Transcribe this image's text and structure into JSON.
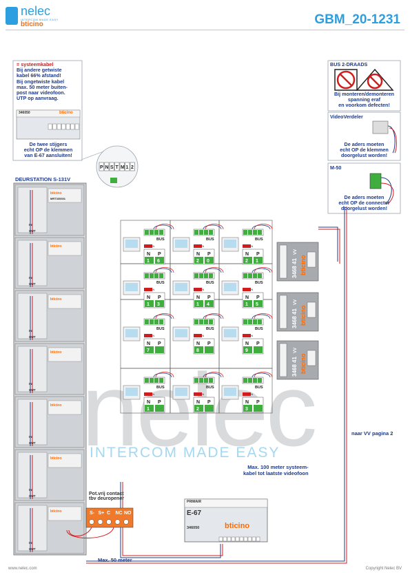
{
  "header": {
    "brand": "nelec",
    "brand_sub": "INTERCOM MADE EASY",
    "partner": "bticino",
    "doc_code": "GBM_20-1231"
  },
  "notes": {
    "systeemkabel_title": "= systeemkabel",
    "systeemkabel_lines": [
      "Bij andere getwiste",
      "kabel 66% afstand!",
      "Bij ongetwiste kabel",
      "max. 50 meter buiten-",
      "post naar videofoon.",
      "UTP op aanvraag."
    ],
    "module_code": "346050",
    "stijgers_lines": [
      "De twee stijgers",
      "echt OP de klemmen",
      "van E-67 aansluiten!"
    ],
    "bus_title": "BUS 2-DRAADS",
    "bus_lines": [
      "Bij monteren/demonteren",
      "spanning eraf",
      "en voorkom defecten!"
    ],
    "vv_title": "VideoVerdeler",
    "vv_lines": [
      "De aders moeten",
      "echt OP de klemmen",
      "doorgelust worden!"
    ],
    "m50_title": "M-50",
    "m50_lines": [
      "De aders moeten",
      "echt OP de connector",
      "doorgelust worden!"
    ]
  },
  "terminals": [
    "P",
    "N",
    "S",
    "T",
    "M",
    "1",
    "2"
  ],
  "zoom_label": "1",
  "doorstation": {
    "title": "DEURSTATION S-131V",
    "module_code": "MRT335301",
    "in_label": "IN",
    "out_label": "OUT"
  },
  "units": [
    {
      "n": "1",
      "p": "6"
    },
    {
      "n": "2",
      "p": "0"
    },
    {
      "n": "2",
      "p": "1"
    },
    {
      "n": "1",
      "p": "3"
    },
    {
      "n": "1",
      "p": "4"
    },
    {
      "n": "1",
      "p": "5"
    },
    {
      "n": "7",
      "p": ""
    },
    {
      "n": "8",
      "p": ""
    },
    {
      "n": "9",
      "p": ""
    },
    {
      "n": "1",
      "p": ""
    },
    {
      "n": "2",
      "p": ""
    },
    {
      "n": "3",
      "p": ""
    }
  ],
  "unit_labels": {
    "bus": "BUS",
    "off_on": "OFF ON",
    "n": "N",
    "p": "P"
  },
  "distributor": {
    "code": "3468 41",
    "label": "VV",
    "brand": "bticino"
  },
  "e67": {
    "name": "E-67",
    "primair": "PRIMAIR",
    "code": "346050",
    "brand": "bticino"
  },
  "labels": {
    "max100": [
      "Max. 100 meter systeem-",
      "kabel tot laatste videofoon"
    ],
    "max50": "Max. 50 meter",
    "potvrij": [
      "Pot.vrij contact",
      "tbv deuropener"
    ],
    "naar_vv": "naar VV pagina 2"
  },
  "relay_terminals": [
    "S-",
    "S+",
    "C",
    "NC",
    "NO"
  ],
  "watermark": {
    "big": "nelec",
    "tagline": "INTERCOM MADE EASY"
  },
  "footer": {
    "left": "www.nelec.com",
    "right": "Copyright Nelec BV"
  }
}
